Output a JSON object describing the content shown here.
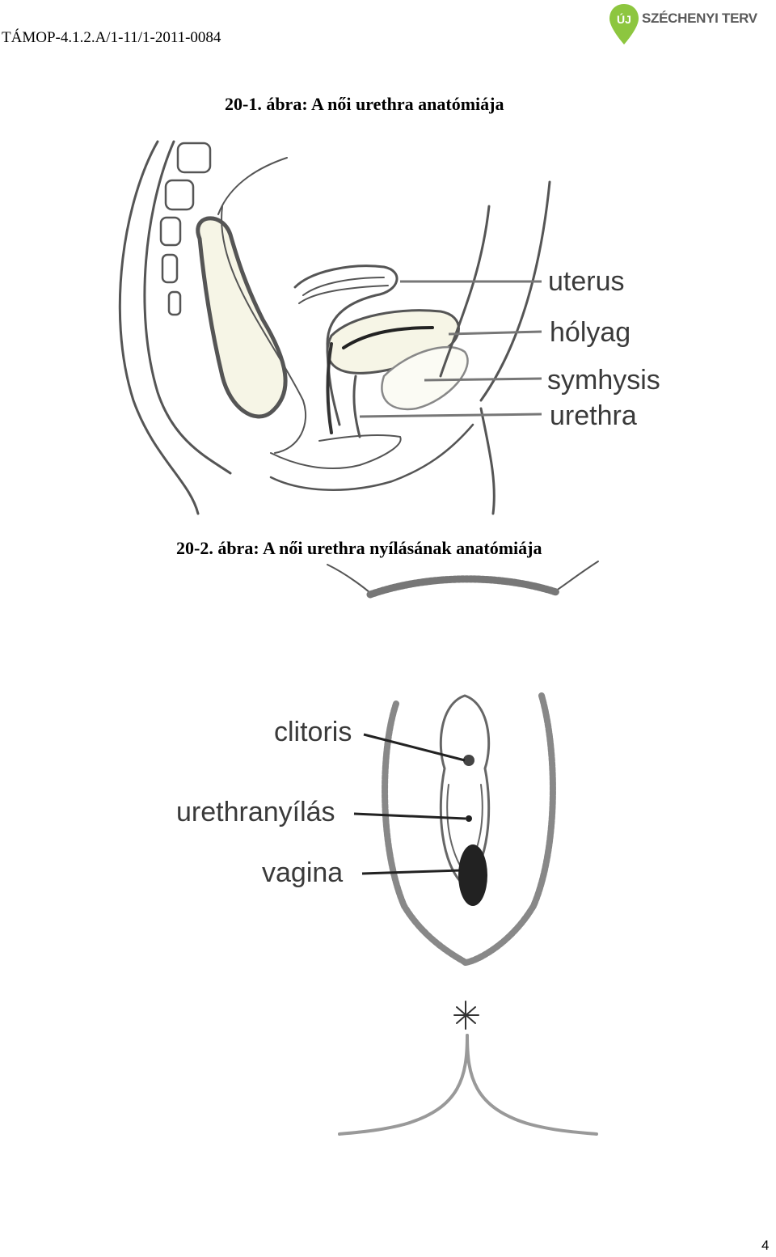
{
  "header": {
    "project_code": "TÁMOP-4.1.2.A/1-11/1-2011-0084",
    "logo_mark": "ÚJ",
    "logo_text": "SZÉCHENYI TERV",
    "logo_icon": "map-pin-icon",
    "logo_color": "#8dc63f"
  },
  "figure1": {
    "caption": "20-1. ábra: A női urethra anatómiája",
    "labels": {
      "uterus": "uterus",
      "bladder": "hólyag",
      "symphysis": "symhysis",
      "urethra": "urethra"
    }
  },
  "figure2": {
    "caption": "20-2. ábra: A női urethra nyílásának anatómiája",
    "labels": {
      "clitoris": "clitoris",
      "urethral_opening": "urethranyílás",
      "vagina": "vagina"
    }
  },
  "footer": {
    "page_number": "4"
  }
}
